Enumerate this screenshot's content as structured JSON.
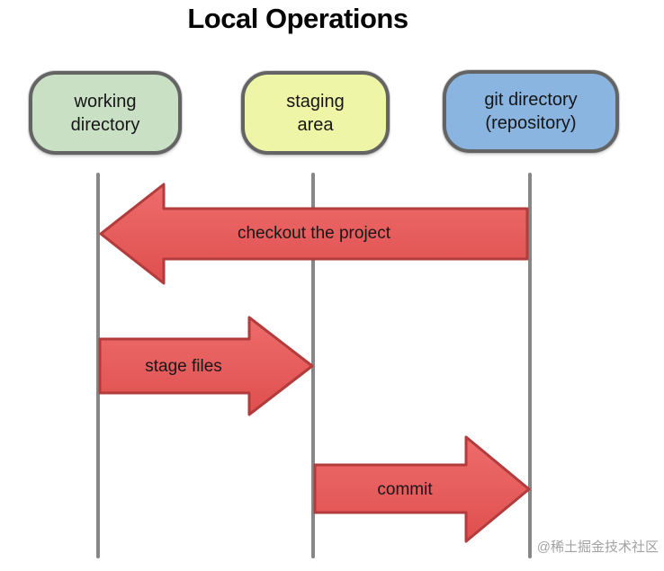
{
  "title": "Local Operations",
  "watermark": "@稀土掘金技术社区",
  "nodes": [
    {
      "id": "working-directory",
      "line1": "working",
      "line2": "directory",
      "fill": "#c9e0c5"
    },
    {
      "id": "staging-area",
      "line1": "staging",
      "line2": "area",
      "fill": "#eef5a6"
    },
    {
      "id": "git-directory",
      "line1": "git directory",
      "line2": "(repository)",
      "fill": "#8ab5e1"
    }
  ],
  "arrows": [
    {
      "id": "checkout",
      "label": "checkout the project",
      "direction": "left",
      "from": "git directory (repository)",
      "to": "working directory"
    },
    {
      "id": "stage-files",
      "label": "stage files",
      "direction": "right",
      "from": "working directory",
      "to": "staging area"
    },
    {
      "id": "commit",
      "label": "commit",
      "direction": "right",
      "from": "staging area",
      "to": "git directory (repository)"
    }
  ],
  "colors": {
    "arrow_fill_top": "#ee6c6c",
    "arrow_fill_bottom": "#df4f4f",
    "arrow_border": "#b23c3c",
    "node_border": "#646464",
    "node_working_fill": "#c9e0c5",
    "node_staging_fill": "#eef5a6",
    "node_git_fill": "#8ab5e1",
    "lifeline": "#878787",
    "title_color": "#050505",
    "watermark_color": "#a2a2a2"
  }
}
